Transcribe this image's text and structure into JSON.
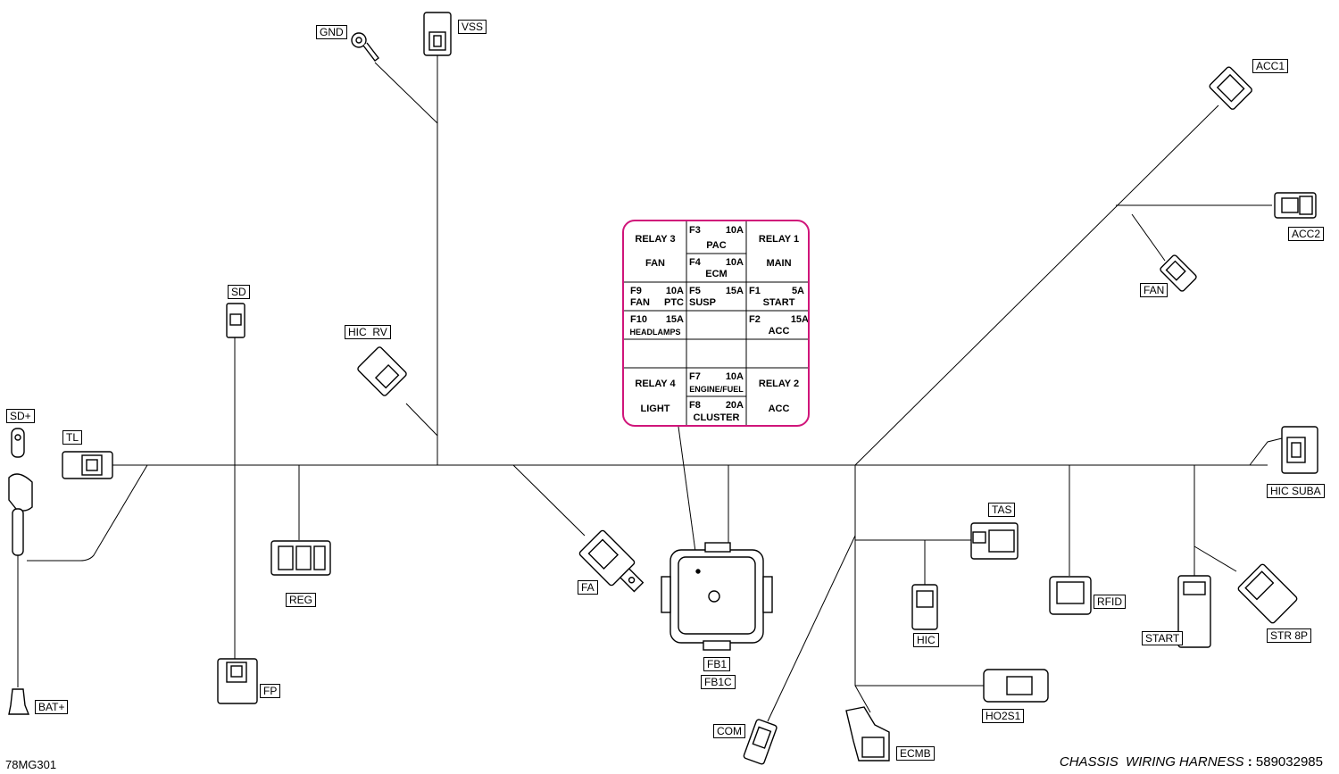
{
  "connectors": {
    "gnd": "GND",
    "vss": "VSS",
    "acc1": "ACC1",
    "acc2": "ACC2",
    "fan": "FAN",
    "sd": "SD",
    "hic_rv": "HIC  RV",
    "sd_plus": "SD+",
    "tl": "TL",
    "hic_suba": "HIC SUBA",
    "tas": "TAS",
    "reg": "REG",
    "fa": "FA",
    "rfid": "RFID",
    "hic": "HIC",
    "start": "START",
    "str8p": "STR 8P",
    "fb1": "FB1",
    "fb1c": "FB1C",
    "fp": "FP",
    "bat_plus": "BAT+",
    "com": "COM",
    "ho2s1": "HO2S1",
    "ecmb": "ECMB"
  },
  "fuse_box": {
    "relay3_top": "RELAY 3",
    "relay3_bottom": "FAN",
    "f3_id": "F3",
    "f3_amp": "10A",
    "f3_name": "PAC",
    "f4_id": "F4",
    "f4_amp": "10A",
    "f4_name": "ECM",
    "relay1_top": "RELAY 1",
    "relay1_bottom": "MAIN",
    "f9_id": "F9",
    "f9_amp": "10A",
    "f9_name_left": "FAN",
    "f9_name_right": "PTC",
    "f5_id": "F5",
    "f5_amp": "15A",
    "f5_name": "SUSP",
    "f1_id": "F1",
    "f1_amp": "5A",
    "f1_name": "START",
    "f10_id": "F10",
    "f10_amp": "15A",
    "f10_name": "HEADLAMPS",
    "f2_id": "F2",
    "f2_amp": "15A",
    "f2_name": "ACC",
    "relay4_top": "RELAY 4",
    "relay4_bottom": "LIGHT",
    "f7_id": "F7",
    "f7_amp": "10A",
    "f7_name": "ENGINE/FUEL",
    "f8_id": "F8",
    "f8_amp": "20A",
    "f8_name": "CLUSTER",
    "relay2_top": "RELAY 2",
    "relay2_bottom": "ACC",
    "border_color": "#d0157a"
  },
  "footer": {
    "drawing_id": "78MG301",
    "title": "CHASSIS  WIRING HARNESS",
    "separator": ":",
    "part_number": "589032985"
  }
}
